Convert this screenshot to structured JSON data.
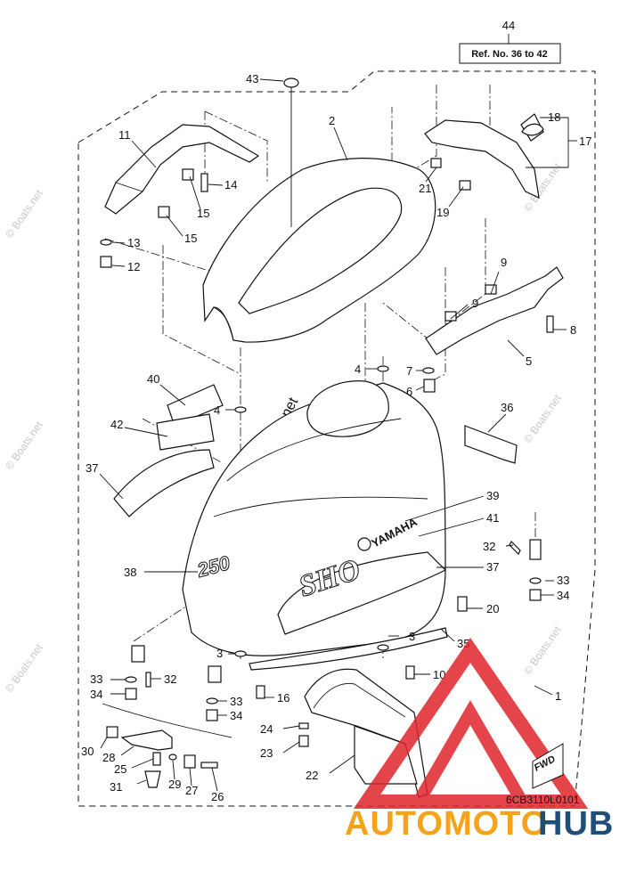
{
  "header": {
    "assembly_number": "44",
    "reference_box": "Ref. No. 36 to 42"
  },
  "watermarks": {
    "site": "© Boats.net"
  },
  "callouts": [
    {
      "id": "c43",
      "label": "43"
    },
    {
      "id": "c2",
      "label": "2"
    },
    {
      "id": "c11",
      "label": "11"
    },
    {
      "id": "c14",
      "label": "14"
    },
    {
      "id": "c15a",
      "label": "15"
    },
    {
      "id": "c15b",
      "label": "15"
    },
    {
      "id": "c13",
      "label": "13"
    },
    {
      "id": "c12",
      "label": "12"
    },
    {
      "id": "c18",
      "label": "18"
    },
    {
      "id": "c17",
      "label": "17"
    },
    {
      "id": "c21",
      "label": "21"
    },
    {
      "id": "c19",
      "label": "19"
    },
    {
      "id": "c9a",
      "label": "9"
    },
    {
      "id": "c9b",
      "label": "9"
    },
    {
      "id": "c8",
      "label": "8"
    },
    {
      "id": "c5",
      "label": "5"
    },
    {
      "id": "c4a",
      "label": "4"
    },
    {
      "id": "c7",
      "label": "7"
    },
    {
      "id": "c6",
      "label": "6"
    },
    {
      "id": "c40",
      "label": "40"
    },
    {
      "id": "c4b",
      "label": "4"
    },
    {
      "id": "c42",
      "label": "42"
    },
    {
      "id": "c37a",
      "label": "37"
    },
    {
      "id": "c36",
      "label": "36"
    },
    {
      "id": "c39",
      "label": "39"
    },
    {
      "id": "c41",
      "label": "41"
    },
    {
      "id": "c32a",
      "label": "32"
    },
    {
      "id": "c37b",
      "label": "37"
    },
    {
      "id": "c33a",
      "label": "33"
    },
    {
      "id": "c34a",
      "label": "34"
    },
    {
      "id": "c38",
      "label": "38"
    },
    {
      "id": "c20",
      "label": "20"
    },
    {
      "id": "c3a",
      "label": "3"
    },
    {
      "id": "c35",
      "label": "35"
    },
    {
      "id": "c3b",
      "label": "3"
    },
    {
      "id": "c33b",
      "label": "33"
    },
    {
      "id": "c32b",
      "label": "32"
    },
    {
      "id": "c34b",
      "label": "34"
    },
    {
      "id": "c33c",
      "label": "33"
    },
    {
      "id": "c34c",
      "label": "34"
    },
    {
      "id": "c16",
      "label": "16"
    },
    {
      "id": "c10",
      "label": "10"
    },
    {
      "id": "c1",
      "label": "1"
    },
    {
      "id": "c24",
      "label": "24"
    },
    {
      "id": "c23",
      "label": "23"
    },
    {
      "id": "c30",
      "label": "30"
    },
    {
      "id": "c28",
      "label": "28"
    },
    {
      "id": "c25",
      "label": "25"
    },
    {
      "id": "c29",
      "label": "29"
    },
    {
      "id": "c27",
      "label": "27"
    },
    {
      "id": "c31",
      "label": "31"
    },
    {
      "id": "c26",
      "label": "26"
    },
    {
      "id": "c22",
      "label": "22"
    }
  ],
  "cowling_text": {
    "brand": "YAMAHA",
    "model_badge": "250",
    "model_script": "SHO"
  },
  "fwd_label": "FWD",
  "diagram_code": "6CB3110L0101",
  "logo": {
    "part1": "AUTOMOTO",
    "part2": "HUB",
    "color1": "#f5a31a",
    "color2": "#1f4e79",
    "triangle_color": "#e0252b"
  }
}
